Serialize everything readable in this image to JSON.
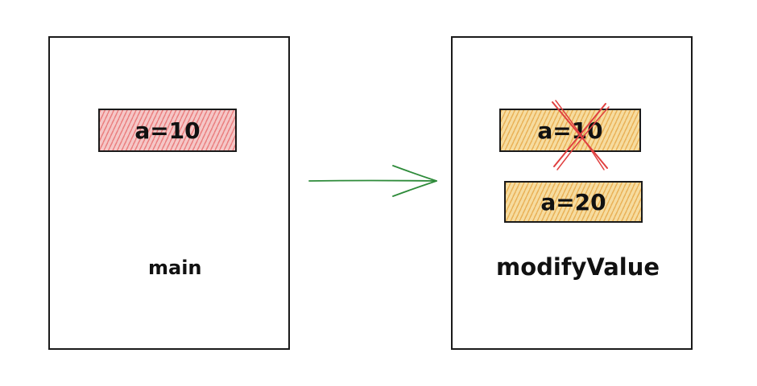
{
  "frames": [
    {
      "label": "main",
      "variables": [
        "a=10"
      ]
    },
    {
      "label": "modifyValue",
      "variables": [
        "a=10",
        "a=20"
      ]
    }
  ],
  "colors": {
    "main_box_fill": "#f5c7c7",
    "main_box_hatch": "#e24646",
    "modify_box_fill": "#f6dca0",
    "modify_box_hatch": "#e19628",
    "strike_color": "#e04040",
    "arrow_color": "#2e8b3a",
    "outline": "#1a1a1a"
  },
  "icons": {
    "arrow": "arrow-right-icon",
    "strike": "cross-out-icon"
  }
}
